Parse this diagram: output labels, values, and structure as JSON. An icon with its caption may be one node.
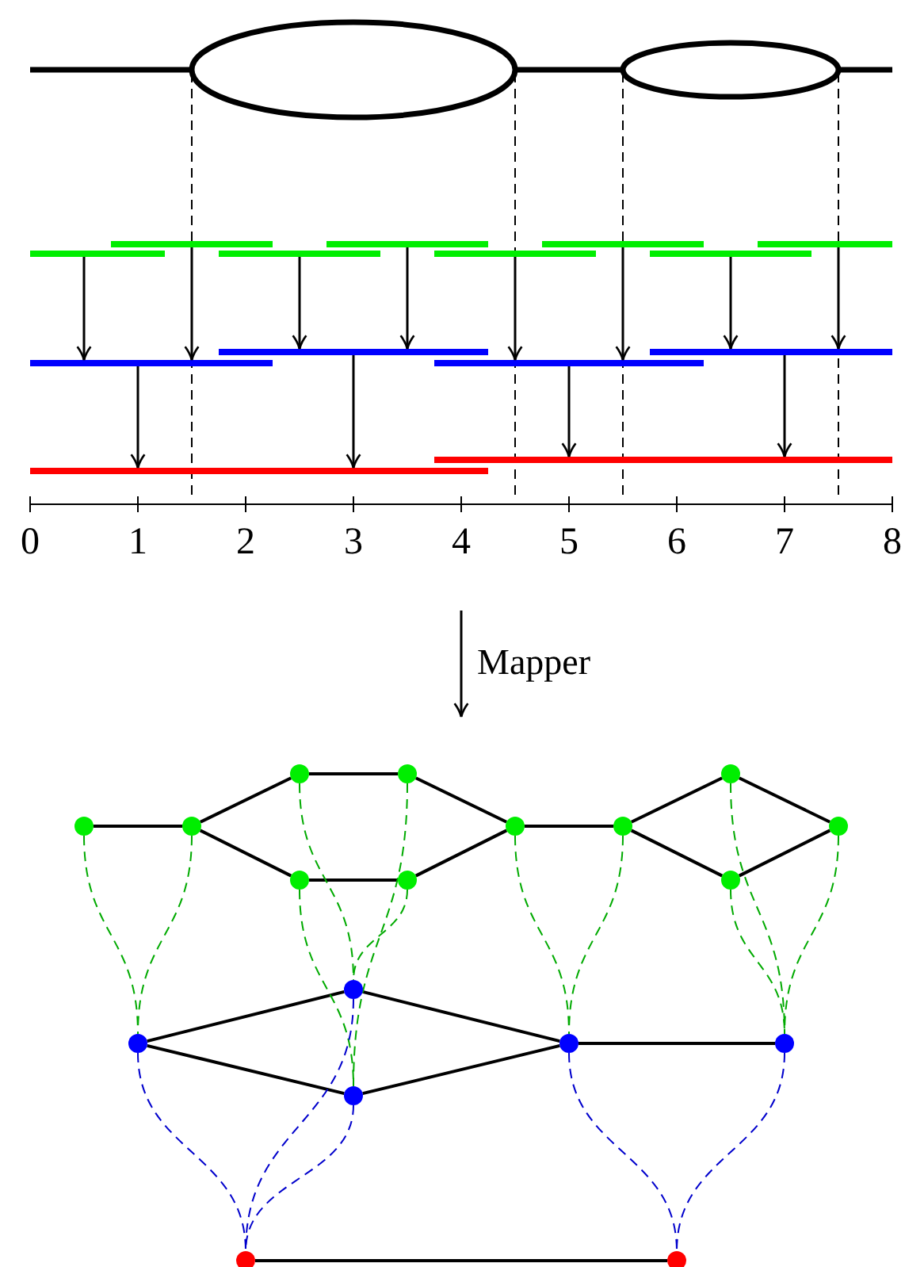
{
  "diagram": {
    "nodes": [
      {
        "text": [],
        "shape": "circle"
      },
      {
        "text": [],
        "shape": "circle"
      },
      {
        "text": [],
        "shape": "circle"
      },
      {
        "text": [],
        "shape": "circle"
      },
      {
        "text": [],
        "shape": "circle"
      },
      {
        "text": [],
        "shape": "circle"
      },
      {
        "text": [],
        "shape": "circle"
      },
      {
        "text": [],
        "shape": "circle"
      },
      {
        "text": [],
        "shape": "circle"
      },
      {
        "text": [],
        "shape": "circle"
      },
      {
        "text": [],
        "shape": "circle"
      },
      {
        "text": [],
        "shape": "circle"
      },
      {
        "text": [],
        "shape": "circle"
      },
      {
        "text": [],
        "shape": "circle"
      },
      {
        "text": [],
        "shape": "circle"
      },
      {
        "text": [],
        "shape": "circle"
      },
      {
        "text": [],
        "shape": "circle"
      },
      {
        "text": [],
        "shape": "circle"
      }
    ],
    "edges": [
      {
        "from": 0,
        "to": 1,
        "arrow": "none"
      },
      {
        "from": 1,
        "to": 2,
        "arrow": "none"
      },
      {
        "from": 1,
        "to": 3,
        "arrow": "none"
      },
      {
        "from": 2,
        "to": 4,
        "arrow": "none"
      },
      {
        "from": 3,
        "to": 5,
        "arrow": "none"
      },
      {
        "from": 4,
        "to": 6,
        "arrow": "none"
      },
      {
        "from": 5,
        "to": 6,
        "arrow": "none"
      },
      {
        "from": 6,
        "to": 7,
        "arrow": "none"
      },
      {
        "from": 7,
        "to": 8,
        "arrow": "none"
      },
      {
        "from": 7,
        "to": 9,
        "arrow": "none"
      },
      {
        "from": 8,
        "to": 10,
        "arrow": "none"
      },
      {
        "from": 9,
        "to": 10,
        "arrow": "none"
      },
      {
        "from": 11,
        "to": 12,
        "arrow": "none"
      },
      {
        "from": 11,
        "to": 13,
        "arrow": "none"
      },
      {
        "from": 12,
        "to": 14,
        "arrow": "none"
      },
      {
        "from": 13,
        "to": 14,
        "arrow": "none"
      },
      {
        "from": 14,
        "to": 15,
        "arrow": "none"
      },
      {
        "from": 16,
        "to": 17,
        "arrow": "none"
      },
      {
        "from": 0,
        "to": 11,
        "arrow": "none",
        "style": "dashed",
        "color": "#00aa00"
      },
      {
        "from": 1,
        "to": 11,
        "arrow": "none",
        "style": "dashed",
        "color": "#00aa00"
      },
      {
        "from": 2,
        "to": 12,
        "arrow": "none",
        "style": "dashed",
        "color": "#00aa00"
      },
      {
        "from": 3,
        "to": 13,
        "arrow": "none",
        "style": "dashed",
        "color": "#00aa00"
      },
      {
        "from": 4,
        "to": 13,
        "arrow": "none",
        "style": "dashed",
        "color": "#00aa00"
      },
      {
        "from": 5,
        "to": 12,
        "arrow": "none",
        "style": "dashed",
        "color": "#00aa00"
      },
      {
        "from": 6,
        "to": 14,
        "arrow": "none",
        "style": "dashed",
        "color": "#00aa00"
      },
      {
        "from": 7,
        "to": 14,
        "arrow": "none",
        "style": "dashed",
        "color": "#00aa00"
      },
      {
        "from": 8,
        "to": 15,
        "arrow": "none",
        "style": "dashed",
        "color": "#00aa00"
      },
      {
        "from": 9,
        "to": 15,
        "arrow": "none",
        "style": "dashed",
        "color": "#00aa00"
      },
      {
        "from": 10,
        "to": 15,
        "arrow": "none",
        "style": "dashed",
        "color": "#00aa00"
      },
      {
        "from": 11,
        "to": 16,
        "arrow": "none",
        "style": "dashed",
        "color": "#0000cc"
      },
      {
        "from": 12,
        "to": 16,
        "arrow": "none",
        "style": "dashed",
        "color": "#0000cc"
      },
      {
        "from": 13,
        "to": 16,
        "arrow": "none",
        "style": "dashed",
        "color": "#0000cc"
      },
      {
        "from": 14,
        "to": 17,
        "arrow": "none",
        "style": "dashed",
        "color": "#0000cc"
      },
      {
        "from": 15,
        "to": 17,
        "arrow": "none",
        "style": "dashed",
        "color": "#0000cc"
      }
    ],
    "labels": [
      "0",
      "1",
      "2",
      "3",
      "4",
      "5",
      "6",
      "7",
      "8",
      "Mapper"
    ]
  }
}
